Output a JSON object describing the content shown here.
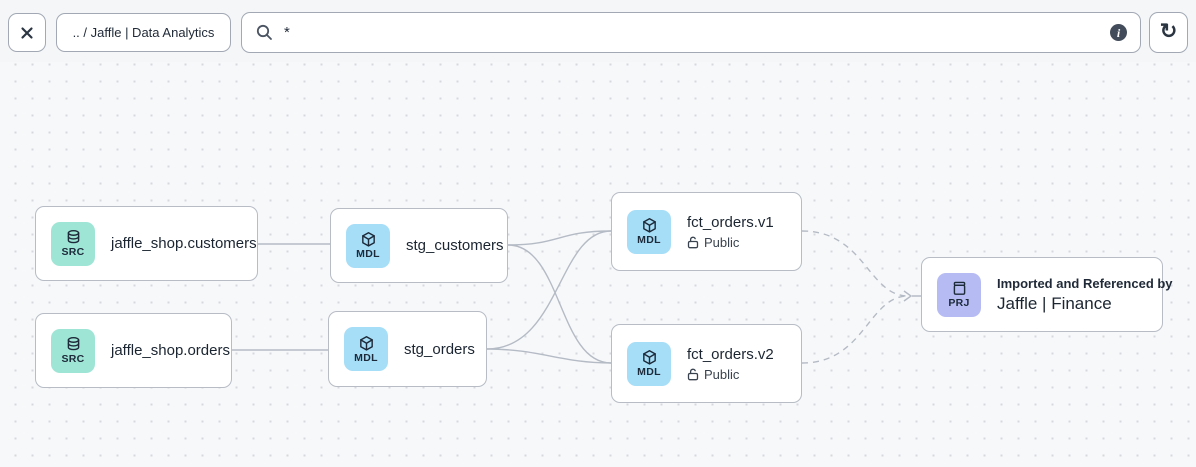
{
  "toolbar": {
    "breadcrumb": ".. / Jaffle | Data Analytics",
    "search": {
      "value": "*",
      "placeholder": ""
    },
    "icons": {
      "close": "close-icon",
      "search": "magnifier-icon",
      "info": "info-circle-icon",
      "refresh": "refresh-icon"
    },
    "info_glyph": "i",
    "refresh_glyph": "↻"
  },
  "graph": {
    "nodes": {
      "src_customers": {
        "badge": "SRC",
        "label": "jaffle_shop.customers",
        "type": "source"
      },
      "src_orders": {
        "badge": "SRC",
        "label": "jaffle_shop.orders",
        "type": "source"
      },
      "stg_customers": {
        "badge": "MDL",
        "label": "stg_customers",
        "type": "model"
      },
      "stg_orders": {
        "badge": "MDL",
        "label": "stg_orders",
        "type": "model"
      },
      "fct_orders_v1": {
        "badge": "MDL",
        "label": "fct_orders.v1",
        "access": "Public",
        "type": "model"
      },
      "fct_orders_v2": {
        "badge": "MDL",
        "label": "fct_orders.v2",
        "access": "Public",
        "type": "model"
      },
      "project_finance": {
        "badge": "PRJ",
        "label": "Jaffle | Finance",
        "sublabel": "Imported and Referenced by",
        "type": "project"
      }
    },
    "edges": [
      {
        "from": "jaffle_shop.customers",
        "to": "stg_customers",
        "style": "solid"
      },
      {
        "from": "jaffle_shop.orders",
        "to": "stg_orders",
        "style": "solid"
      },
      {
        "from": "stg_customers",
        "to": "fct_orders.v1",
        "style": "solid"
      },
      {
        "from": "stg_customers",
        "to": "fct_orders.v2",
        "style": "solid"
      },
      {
        "from": "stg_orders",
        "to": "fct_orders.v1",
        "style": "solid"
      },
      {
        "from": "stg_orders",
        "to": "fct_orders.v2",
        "style": "solid"
      },
      {
        "from": "fct_orders.v1",
        "to": "Jaffle | Finance",
        "style": "dashed"
      },
      {
        "from": "fct_orders.v2",
        "to": "Jaffle | Finance",
        "style": "dashed"
      }
    ]
  },
  "colors": {
    "canvas_bg": "#f7f8fa",
    "dot_grid": "#d6d8dd",
    "node_border": "#b7bcc5",
    "source_chip_bg": "#9fe5d6",
    "model_chip_bg": "#a6ddf7",
    "project_chip_bg": "#b6bcf3",
    "edge": "#b5bbc5",
    "text_dark": "#1b2531"
  }
}
